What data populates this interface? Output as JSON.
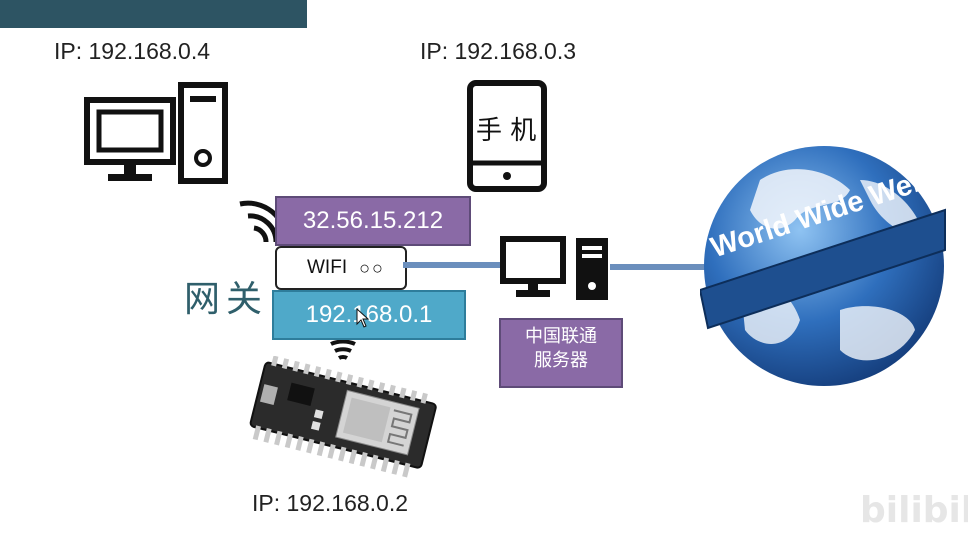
{
  "devices": {
    "pc_ip": "IP: 192.168.0.4",
    "phone_ip": "IP: 192.168.0.3",
    "phone_text": "手 机",
    "board_ip": "IP: 192.168.0.2"
  },
  "router": {
    "public_ip": "32.56.15.212",
    "wifi_label": "WIFI",
    "wifi_dots": "○○",
    "private_ip": "192.168.0.1",
    "gateway_label": "网关"
  },
  "server": {
    "label_line1": "中国联通",
    "label_line2": "服务器"
  },
  "globe": {
    "banner_text": "World Wide Web"
  },
  "watermark": "bilibili",
  "colors": {
    "purple": "#8a6aa6",
    "blue": "#4fa9c9",
    "link_line": "#6b8fbd",
    "topbar": "#2d5463"
  }
}
